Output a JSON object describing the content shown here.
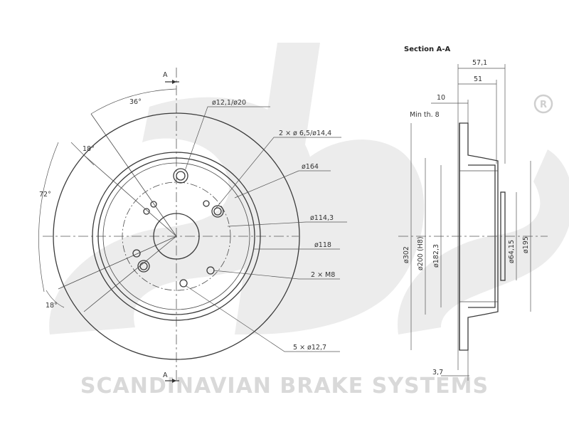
{
  "watermark": {
    "brand_text": "SCANDINAVIAN BRAKE SYSTEMS",
    "logo_letters": "sbs",
    "registered_mark": "R"
  },
  "front_view": {
    "section_marker_top": "A",
    "section_marker_bottom": "A",
    "angle_36": "36°",
    "angle_18_top": "18°",
    "angle_72": "72°",
    "angle_18_bottom": "18°",
    "callout_pin_hole": "ø12,1/ø20",
    "callout_holes_2x": "2 × ø 6,5/ø14,4",
    "callout_d164": "ø164",
    "callout_d114": "ø114,3",
    "callout_d118": "ø118",
    "callout_m8": "2 × M8",
    "callout_bolt_holes": "5 × ø12,7"
  },
  "section_view": {
    "title": "Section A-A",
    "dim_57": "57,1",
    "dim_51": "51",
    "dim_10": "10",
    "min_th": "Min th. 8",
    "dim_302": "ø302",
    "dim_200": "ø200 (H8)",
    "dim_182": "ø182,3",
    "dim_64": "ø64,15",
    "dim_195": "ø195",
    "dim_37": "3,7"
  },
  "colors": {
    "line": "#3a3a3a",
    "watermark": "#ececec"
  }
}
